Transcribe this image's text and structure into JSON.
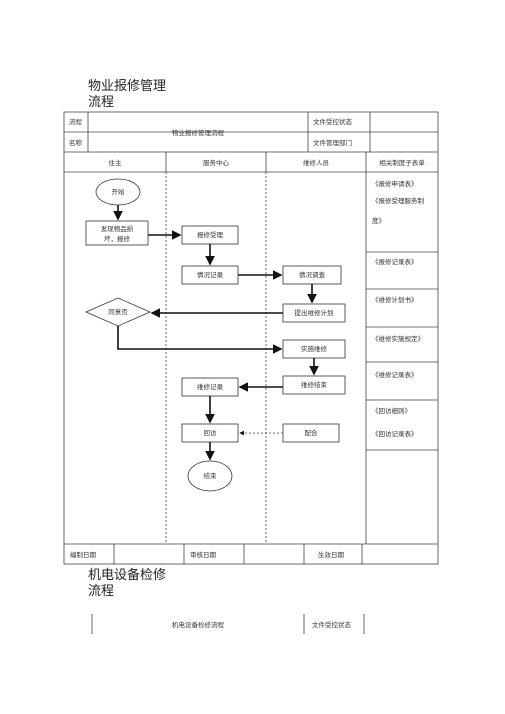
{
  "doc": {
    "title1": "物业报修管理流程",
    "title2": "机电设备检修流程"
  },
  "header": {
    "process_label_1": "流程",
    "process_label_2": "名称",
    "process_name": "物业报修管理流程",
    "status_label": "文件受控状态",
    "dept_label": "文件管理部门"
  },
  "lanes": {
    "owner": "住主",
    "service": "服务中心",
    "repair": "维修人员",
    "forms": "相关制度子表单"
  },
  "nodes": {
    "start": "开始",
    "discover_1": "发现物品损",
    "discover_2": "坏，报修",
    "accept": "报修受理",
    "record": "情况记录",
    "survey": "情况调查",
    "agree": "同意否",
    "plan": "提出维修计划",
    "implement": "实施维修",
    "repair_record": "维修记录",
    "repair_end": "维修结束",
    "revisit": "回访",
    "cooperate": "配合",
    "end": "结束"
  },
  "forms": {
    "f1": "《报修申请表》",
    "f2a": "《报修受理服务制",
    "f2b": "度》",
    "f3": "《报修记录表》",
    "f4": "《维修计划书》",
    "f5": "《维修实施规定》",
    "f6": "《维修记录表》",
    "f7": "《回访细则》",
    "f8": "《回访记录表》"
  },
  "footer": {
    "prepared_date": "编制日期",
    "review_date": "审核日期",
    "effective_date": "生效日期"
  },
  "header2": {
    "process_name": "机电设备检修流程",
    "status_label": "文件受控状态"
  }
}
